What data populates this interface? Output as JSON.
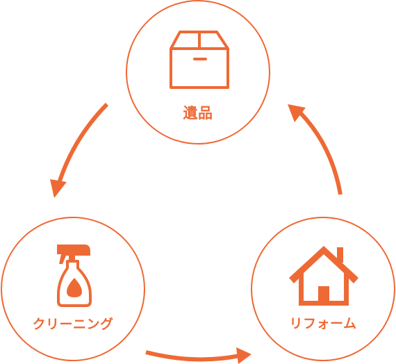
{
  "diagram": {
    "accent_color": "#ee6a35",
    "nodes": [
      {
        "id": "goods",
        "label": "遺品",
        "icon": "cardboard-box-icon"
      },
      {
        "id": "cleaning",
        "label": "クリーニング",
        "icon": "spray-bottle-icon"
      },
      {
        "id": "reform",
        "label": "リフォーム",
        "icon": "house-icon"
      }
    ],
    "cycle_direction": "counter-clockwise"
  }
}
